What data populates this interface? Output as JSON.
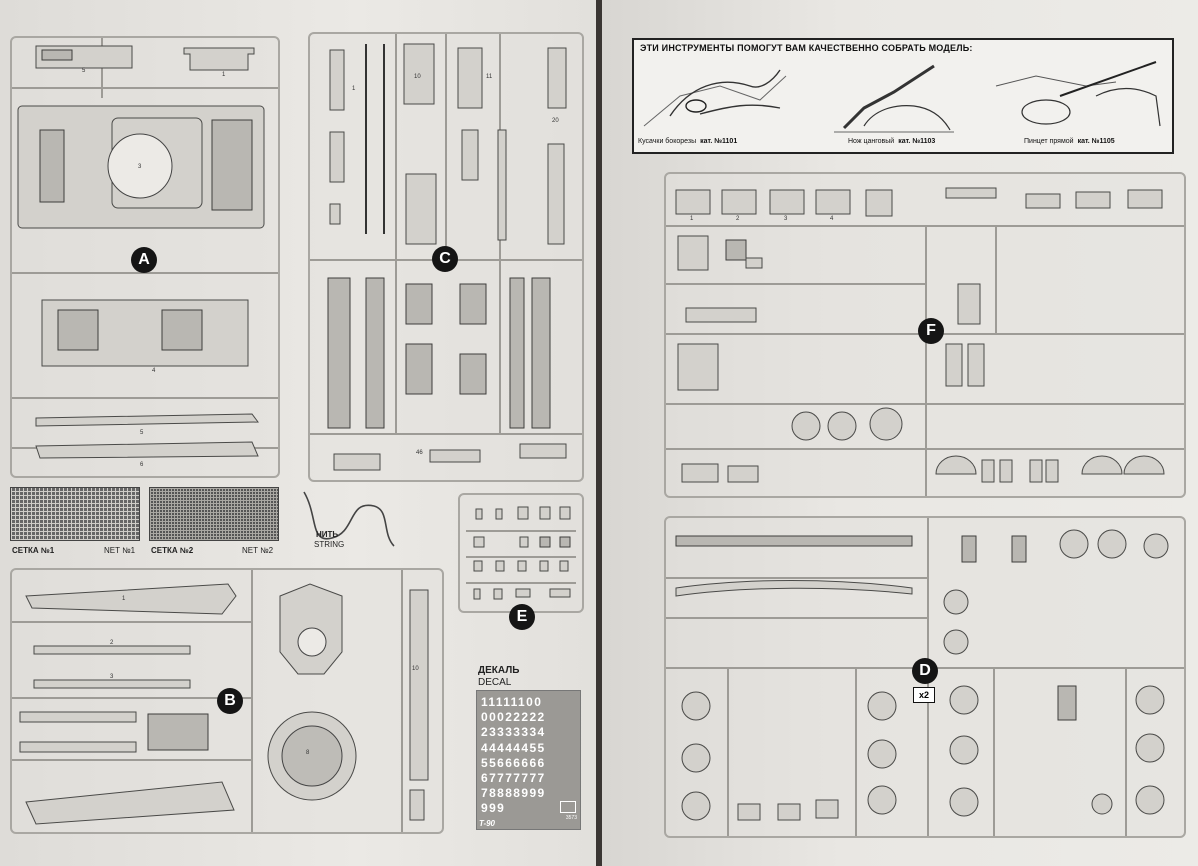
{
  "tools_panel": {
    "title": "ЭТИ ИНСТРУМЕНТЫ ПОМОГУТ ВАМ КАЧЕСТВЕННО СОБРАТЬ МОДЕЛЬ:",
    "tools": [
      {
        "name": "Кусачки бокорезы",
        "cat": "кат. №1101"
      },
      {
        "name": "Нож цанговый",
        "cat": "кат. №1103"
      },
      {
        "name": "Пинцет прямой",
        "cat": "кат. №1105"
      }
    ]
  },
  "sprue_labels": {
    "A": "A",
    "B": "B",
    "C": "C",
    "D": "D",
    "E": "E",
    "F": "F"
  },
  "mesh": {
    "net1_ru": "СЕТКА №1",
    "net1_en": "NET №1",
    "net2_ru": "СЕТКА №2",
    "net2_en": "NET №2"
  },
  "string": {
    "ru": "НИТЬ",
    "en": "STRING"
  },
  "decal": {
    "title_ru": "ДЕКАЛЬ",
    "title_en": "DECAL",
    "rows": [
      "11111100",
      "00022222",
      "23333334",
      "44444455",
      "55666666",
      "67777777",
      "78888999",
      "999"
    ],
    "model": "T-90",
    "code": "3573"
  },
  "sprue_d_multiplier": "x2"
}
